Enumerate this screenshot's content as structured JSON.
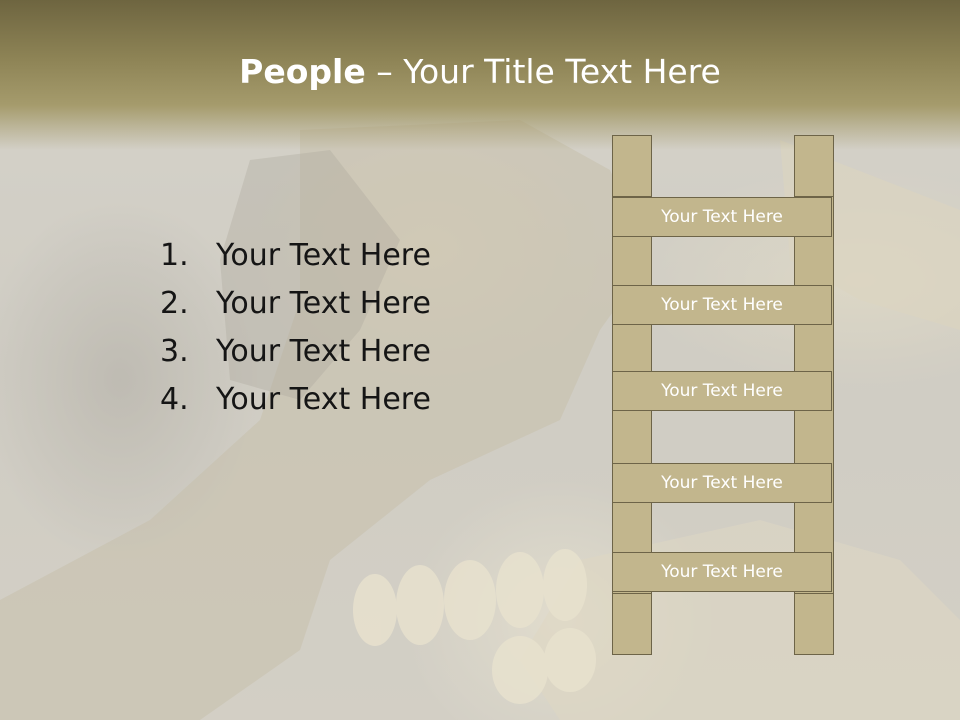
{
  "title": {
    "bold": "People",
    "rest": " – Your Title Text Here"
  },
  "list": [
    {
      "num": "1.",
      "text": "Your Text Here"
    },
    {
      "num": "2.",
      "text": "Your Text Here"
    },
    {
      "num": "3.",
      "text": "Your Text Here"
    },
    {
      "num": "4.",
      "text": "Your Text Here"
    }
  ],
  "ladder": {
    "rungs": [
      "Your Text Here",
      "Your Text Here",
      "Your Text Here",
      "Your Text Here",
      "Your Text Here"
    ]
  },
  "colors": {
    "titlebar": "#8e8456",
    "ladder_fill": "#c2b68d",
    "ladder_stroke": "#6d6448"
  }
}
